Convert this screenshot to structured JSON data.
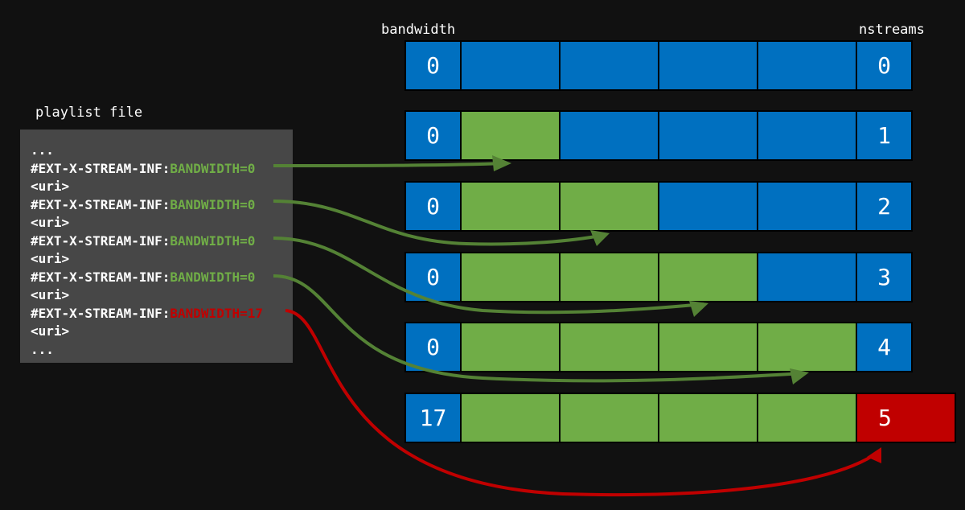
{
  "labels": {
    "bandwidth": "bandwidth",
    "nstreams": "nstreams",
    "playlist": "playlist file"
  },
  "playlist": {
    "lines": [
      {
        "key": "...",
        "val": ""
      },
      {
        "key": "#EXT-X-STREAM-INF:",
        "val": "BANDWIDTH=0",
        "status": "ok"
      },
      {
        "key": "<uri>",
        "val": ""
      },
      {
        "key": "#EXT-X-STREAM-INF:",
        "val": "BANDWIDTH=0",
        "status": "ok"
      },
      {
        "key": "<uri>",
        "val": ""
      },
      {
        "key": "#EXT-X-STREAM-INF:",
        "val": "BANDWIDTH=0",
        "status": "ok"
      },
      {
        "key": "<uri>",
        "val": ""
      },
      {
        "key": "#EXT-X-STREAM-INF:",
        "val": "BANDWIDTH=0",
        "status": "ok"
      },
      {
        "key": "<uri>",
        "val": ""
      },
      {
        "key": "#EXT-X-STREAM-INF:",
        "val": "BANDWIDTH=17",
        "status": "bad"
      },
      {
        "key": "<uri>",
        "val": ""
      },
      {
        "key": "...",
        "val": ""
      }
    ]
  },
  "rows": [
    {
      "bandwidth": "0",
      "filled": 0,
      "nstreams": "0",
      "overflow": false
    },
    {
      "bandwidth": "0",
      "filled": 1,
      "nstreams": "1",
      "overflow": false
    },
    {
      "bandwidth": "0",
      "filled": 2,
      "nstreams": "2",
      "overflow": false
    },
    {
      "bandwidth": "0",
      "filled": 3,
      "nstreams": "3",
      "overflow": false
    },
    {
      "bandwidth": "0",
      "filled": 4,
      "nstreams": "4",
      "overflow": false
    },
    {
      "bandwidth": "17",
      "filled": 4,
      "nstreams": "5",
      "overflow": true
    }
  ],
  "colors": {
    "empty_slot": "#0070c0",
    "filled_slot": "#70ad47",
    "overflow": "#c00000",
    "arrow_ok": "#548235",
    "arrow_bad": "#c00000"
  }
}
